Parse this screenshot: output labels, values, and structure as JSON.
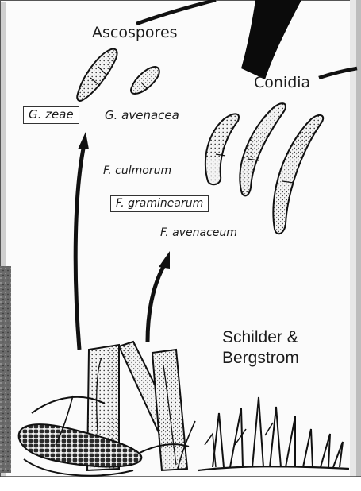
{
  "labels": {
    "ascospores": "Ascospores",
    "conidia": "Conidia",
    "g_zeae": "G. zeae",
    "g_avenacea": "G. avenacea",
    "f_culmorum": "F. culmorum",
    "f_graminearum": "F. graminearum",
    "f_avenaceum": "F. avenaceum",
    "credit_line1": "Schilder &",
    "credit_line2": "Bergstrom"
  },
  "boxed_labels": [
    "G. zeae",
    "F. graminearum"
  ],
  "colors": {
    "ink": "#1c1c1c",
    "background": "#fbfbfb",
    "frame": "#555555"
  }
}
